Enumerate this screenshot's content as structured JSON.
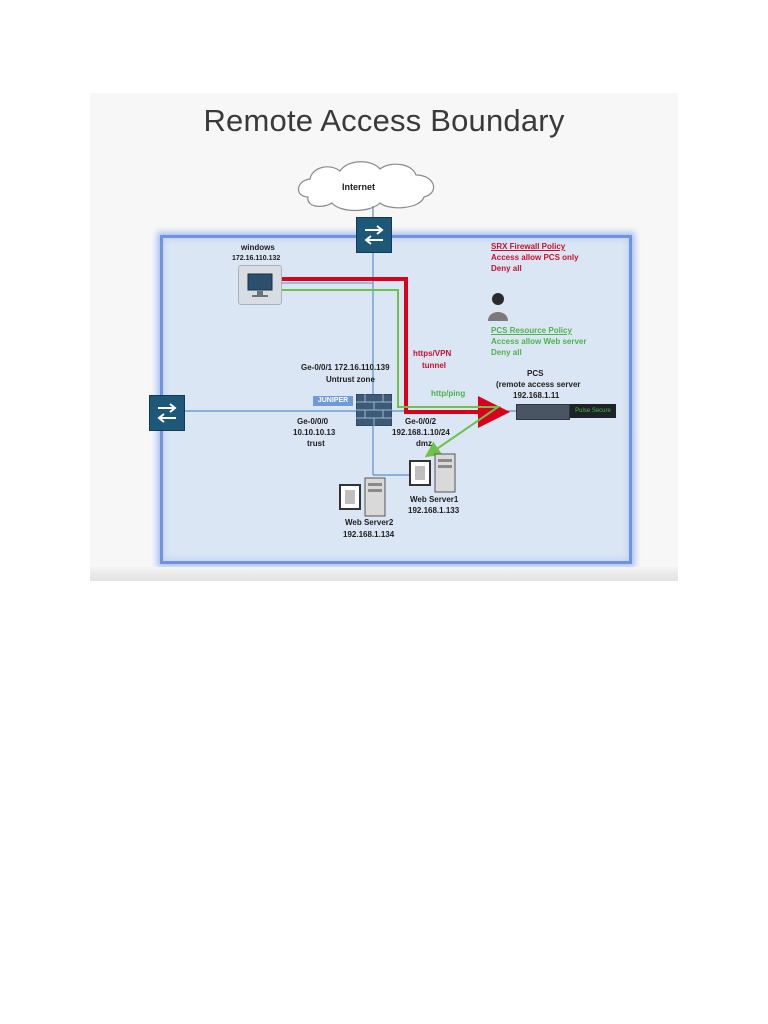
{
  "slide": {
    "title": "Remote Access Boundary"
  },
  "cloud": {
    "label": "Internet"
  },
  "windows": {
    "name": "windows",
    "ip": "172.16.110.132"
  },
  "firewall_policy": {
    "title": "SRX Firewall Policy",
    "line1": "Access allow PCS only",
    "line2": "Deny all"
  },
  "pcs_policy": {
    "title": "PCS Resource Policy",
    "line1": "Access allow Web server",
    "line2": "Deny all"
  },
  "tunnel": {
    "line1": "https/VPN",
    "line2": "tunnel"
  },
  "http_ping": "http/ping",
  "ge001": {
    "line1": "Ge-0/0/1  172.16.110.139",
    "line2": "Untrust zone"
  },
  "ge000": {
    "line1": "Ge-0/0/0",
    "line2": "10.10.10.13",
    "line3": "trust"
  },
  "ge002": {
    "line1": "Ge-0/0/2",
    "line2": "192.168.1.10/24",
    "line3": "dmz"
  },
  "pcs": {
    "line1": "PCS",
    "line2": "(remote access server",
    "line3": "192.168.1.11"
  },
  "web1": {
    "name": "Web Server1",
    "ip": "192.168.1.133"
  },
  "web2": {
    "name": "Web Server2",
    "ip": "192.168.1.134"
  },
  "juniper_label": "JUNIPER",
  "pulse_label": "Pulse Secure",
  "colors": {
    "boundary_fill": "#dbe6f4",
    "boundary_border": "#6f92e2",
    "red_path": "#d9001b",
    "green_path": "#6cc24a",
    "switch": "#1d5878",
    "firewall": "#3d5a78"
  }
}
